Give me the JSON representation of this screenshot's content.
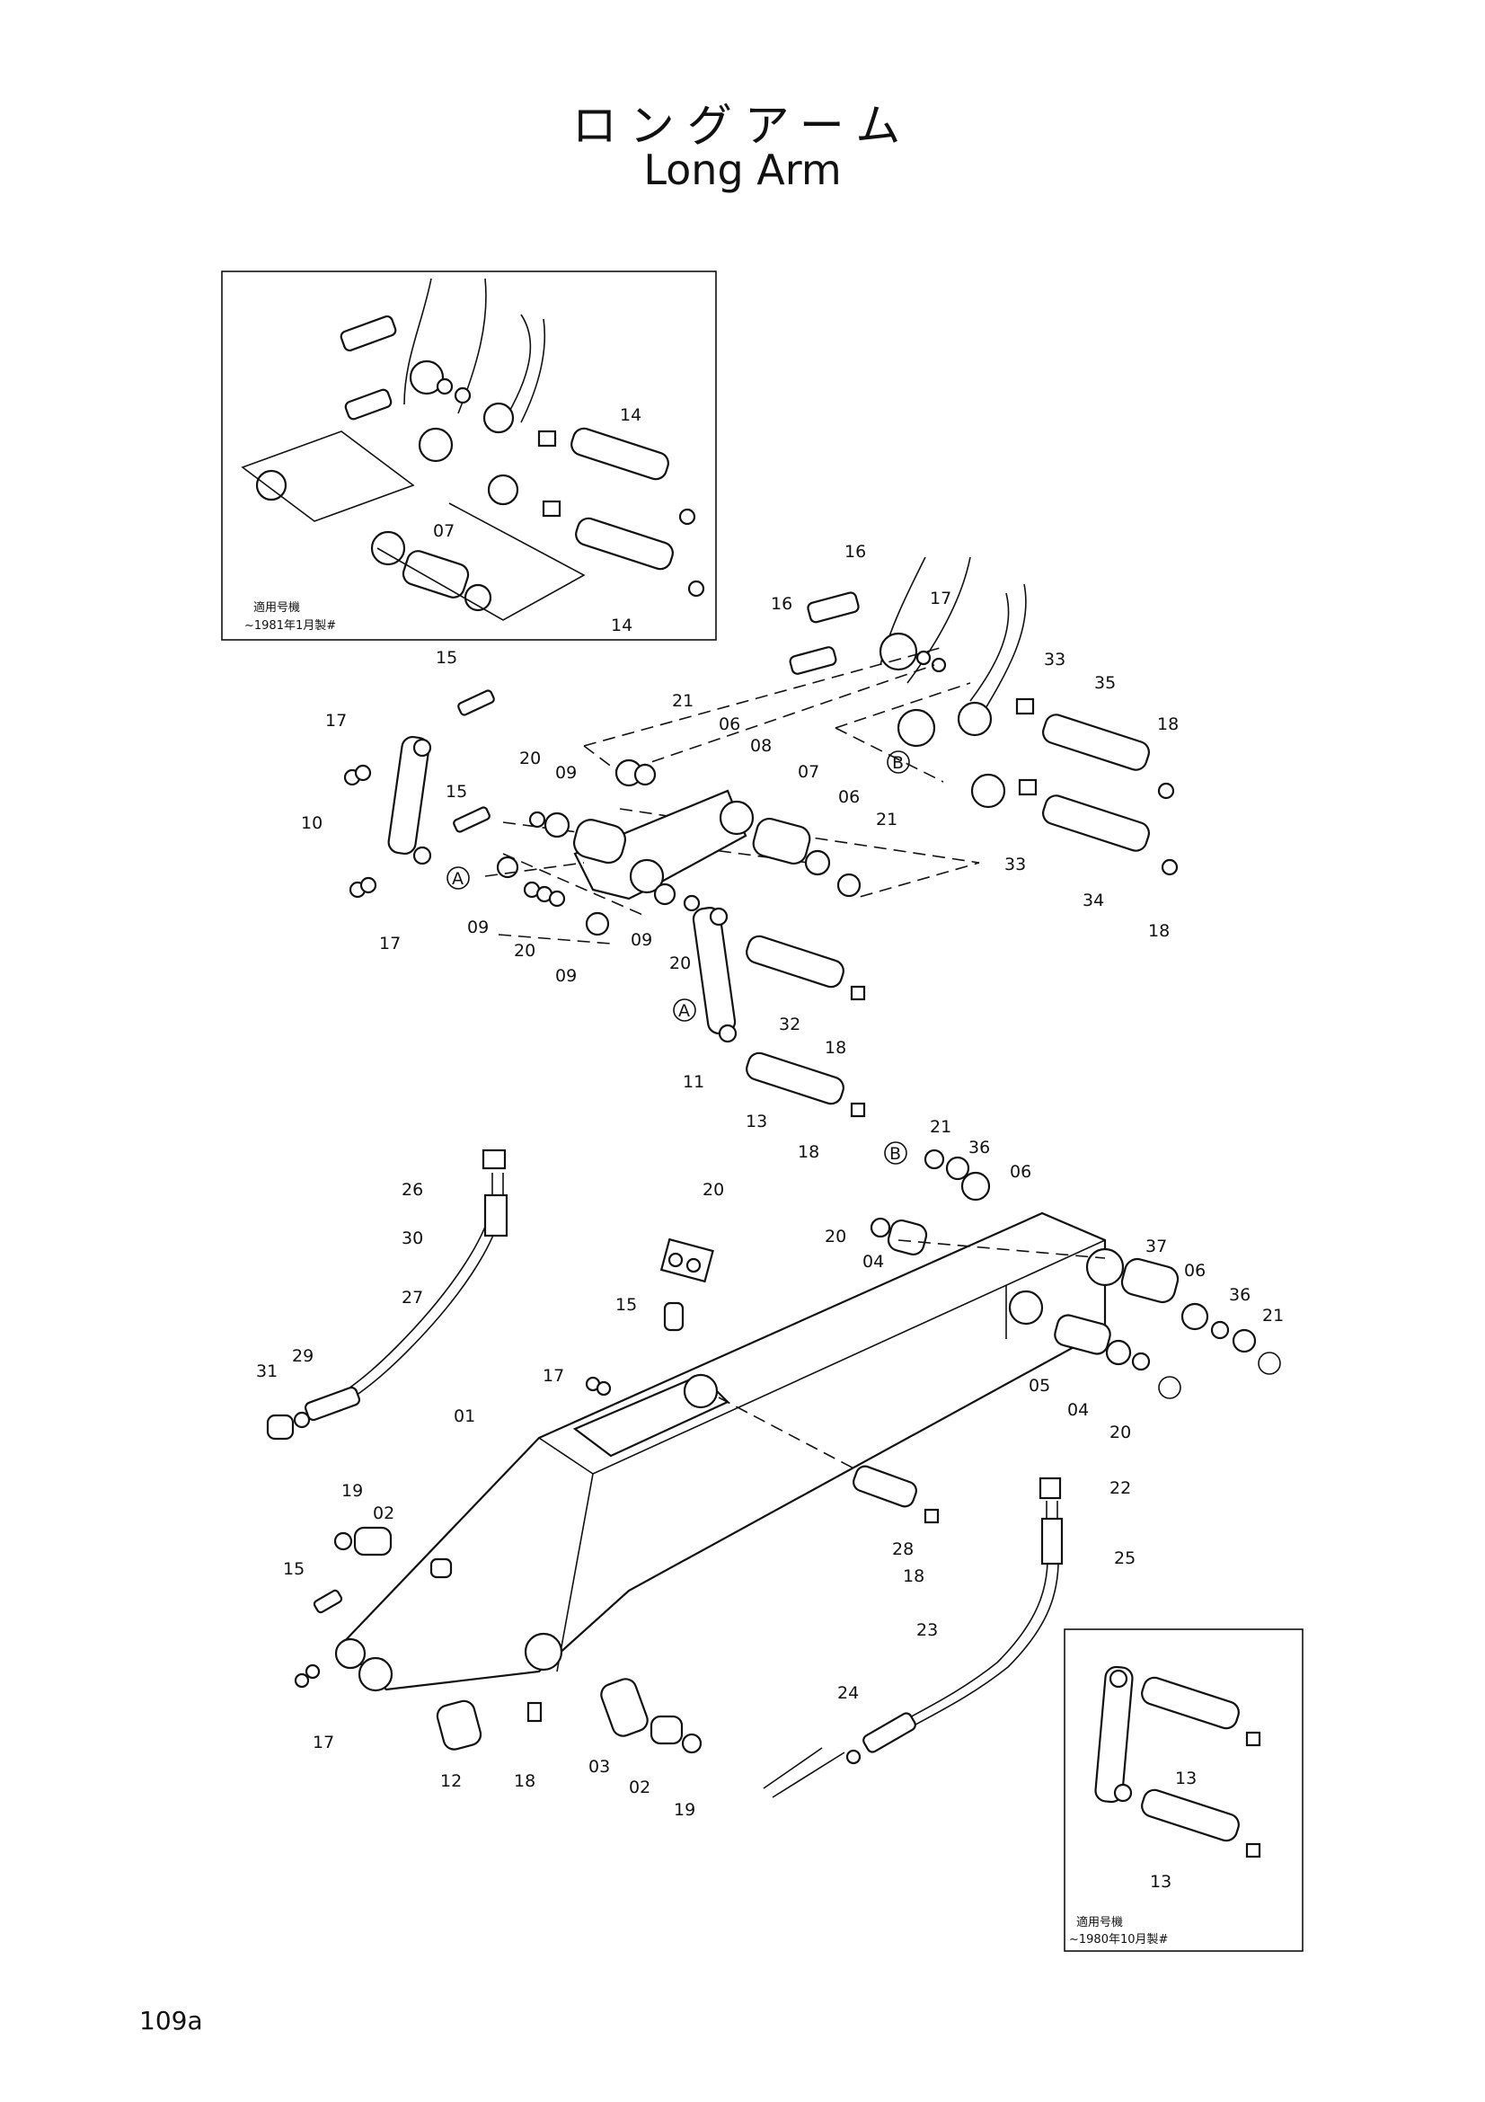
{
  "title_jp": "ロングアーム",
  "title_en": "Long Arm",
  "page_number": "109a",
  "inset_top": {
    "note_line1": "適用号機",
    "note_line2": "~1981年1月製#",
    "callouts": [
      "14",
      "14",
      "07"
    ]
  },
  "inset_bottom": {
    "note_line1": "適用号機",
    "note_line2": "~1980年10月製#",
    "callouts": [
      "13",
      "13"
    ]
  },
  "callouts": [
    "16",
    "16",
    "17",
    "33",
    "35",
    "18",
    "33",
    "34",
    "18",
    "15",
    "17",
    "10",
    "15",
    "17",
    "21",
    "06",
    "08",
    "20",
    "09",
    "07",
    "06",
    "21",
    "09",
    "20",
    "09",
    "09",
    "20",
    "A",
    "A",
    "B",
    "B",
    "32",
    "18",
    "11",
    "13",
    "18",
    "26",
    "30",
    "27",
    "29",
    "31",
    "20",
    "15",
    "17",
    "01",
    "21",
    "36",
    "06",
    "20",
    "04",
    "37",
    "06",
    "36",
    "21",
    "05",
    "04",
    "20",
    "19",
    "02",
    "15",
    "17",
    "28",
    "18",
    "22",
    "25",
    "23",
    "24",
    "12",
    "18",
    "03",
    "02",
    "19"
  ]
}
